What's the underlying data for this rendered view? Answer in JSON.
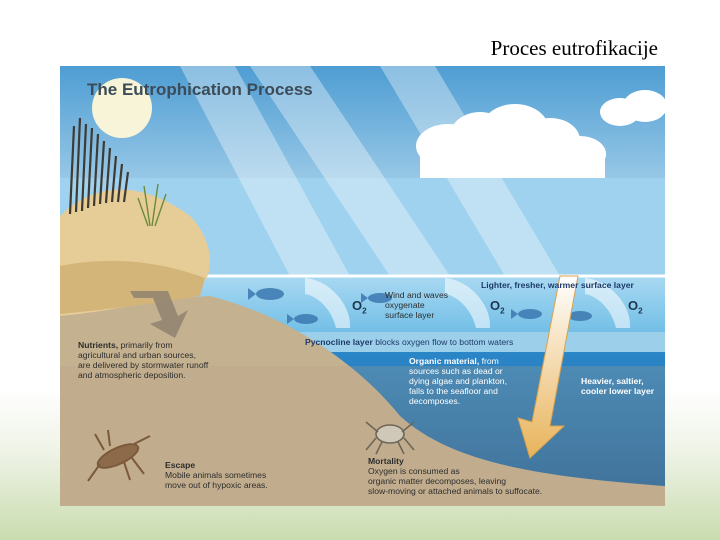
{
  "slide_title": "Proces eutrofikacije",
  "figure": {
    "title": "The Eutrophication Process",
    "o2_label": "O",
    "o2_sub": "2",
    "wind": {
      "l1": "Wind and waves",
      "l2": "oxygenate",
      "l3": "surface layer"
    },
    "surface_layer": "Lighter, fresher, warmer surface layer",
    "pycnocline": {
      "bold": "Pycnocline layer",
      "rest": " blocks oxygen flow to bottom waters"
    },
    "nutrients": {
      "bold": "Nutrients,",
      "l1": " primarily from",
      "l2": "agricultural and urban sources,",
      "l3": "are delivered by stormwater runoff",
      "l4": "and atmospheric deposition."
    },
    "organic": {
      "bold": "Organic material,",
      "l1": " from",
      "l2": "sources such as dead or",
      "l3": "dying algae and plankton,",
      "l4": "falls to the seafloor and",
      "l5": "decomposes."
    },
    "heavier": {
      "l1": "Heavier, saltier,",
      "l2": "cooler lower layer"
    },
    "escape": {
      "bold": "Escape",
      "l1": "Mobile animals sometimes",
      "l2": "move out of hypoxic areas."
    },
    "mortality": {
      "bold": "Mortality",
      "l1": "Oxygen is consumed as",
      "l2": "organic matter decomposes, leaving",
      "l3": "slow-moving or attached animals to suffocate."
    }
  },
  "colors": {
    "sky_top": "#5aa6d6",
    "water_surface": "#7fc4ea",
    "water_deep": "#1f6fb4",
    "sand": "#d8c08e",
    "seafloor": "#b7a484"
  }
}
